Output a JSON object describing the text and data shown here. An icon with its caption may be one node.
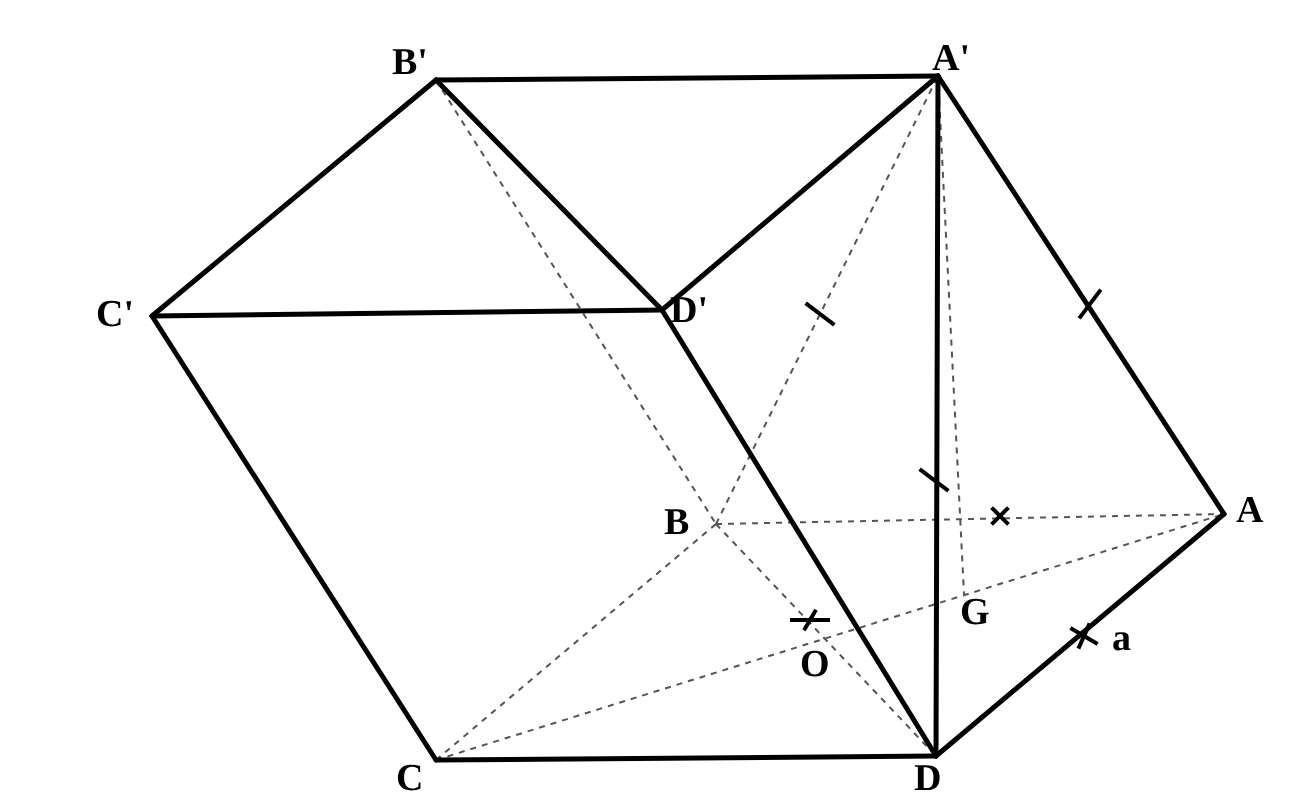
{
  "diagram": {
    "labels": [
      "B'",
      "A'",
      "C'",
      "D'",
      "B",
      "A",
      "G",
      "O",
      "a",
      "C",
      "D"
    ]
  }
}
